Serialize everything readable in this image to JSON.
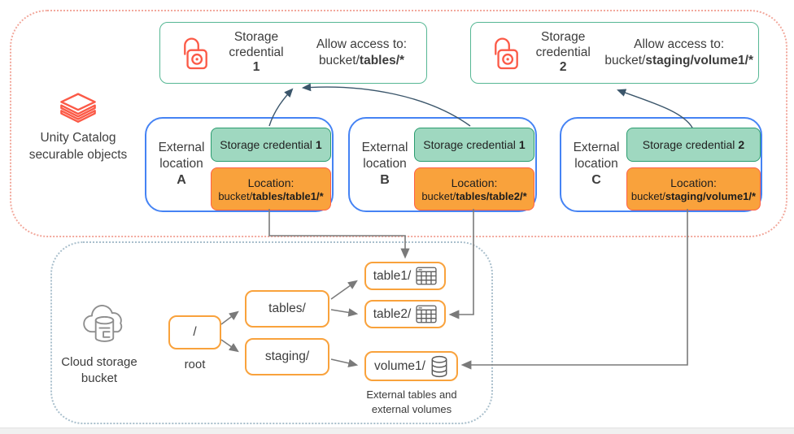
{
  "colors": {
    "accent_coral": "#fb5a47",
    "teal_border": "#56b794",
    "green_fill": "#9fd8c0",
    "green_border": "#2a9c6f",
    "orange_fill": "#f9a23c",
    "orange_border": "#ff5f46",
    "blue_border": "#4583f4",
    "uc_container_dotted_border": "#f2a89c",
    "bucket_container_dotted_border": "#a9bfcc",
    "folder_border_orange": "#f9a23c",
    "arrow_gray": "#7a7a7a",
    "arrow_dark": "#3b566b",
    "icon_gray": "#8e8e8e",
    "text": "#3d3d3d"
  },
  "unity_catalog": {
    "icon": "databricks-stack-icon",
    "label_line1": "Unity Catalog",
    "label_line2": "securable objects"
  },
  "storage_credentials": [
    {
      "icon": "lock-icon",
      "title_line1": "Storage",
      "title_line2": "credential",
      "number": "1",
      "allow_label": "Allow access to:",
      "path_prefix": "bucket/",
      "path_bold": "tables/*"
    },
    {
      "icon": "lock-icon",
      "title_line1": "Storage",
      "title_line2": "credential",
      "number": "2",
      "allow_label": "Allow access to:",
      "path_prefix": "bucket/",
      "path_bold": "staging/volume1/*"
    }
  ],
  "external_locations": [
    {
      "label_line1": "External",
      "label_line2": "location",
      "letter": "A",
      "credential_label": "Storage credential",
      "credential_number": "1",
      "location_label": "Location:",
      "path_prefix": "bucket/",
      "path_bold": "tables/table1/*"
    },
    {
      "label_line1": "External",
      "label_line2": "location",
      "letter": "B",
      "credential_label": "Storage credential",
      "credential_number": "1",
      "location_label": "Location:",
      "path_prefix": "bucket/",
      "path_bold": "tables/table2/*"
    },
    {
      "label_line1": "External",
      "label_line2": "location",
      "letter": "C",
      "credential_label": "Storage credential",
      "credential_number": "2",
      "location_label": "Location:",
      "path_prefix": "bucket/",
      "path_bold": "staging/volume1/*"
    }
  ],
  "cloud_bucket": {
    "icon": "cloud-storage-icon",
    "label_line1": "Cloud storage",
    "label_line2": "bucket",
    "root_text": "/",
    "root_label": "root",
    "folder_tables": "tables/",
    "folder_staging": "staging/",
    "leaf_table1": "table1/",
    "leaf_table2": "table2/",
    "leaf_volume1": "volume1/",
    "caption_line1": "External tables and",
    "caption_line2": "external volumes"
  }
}
